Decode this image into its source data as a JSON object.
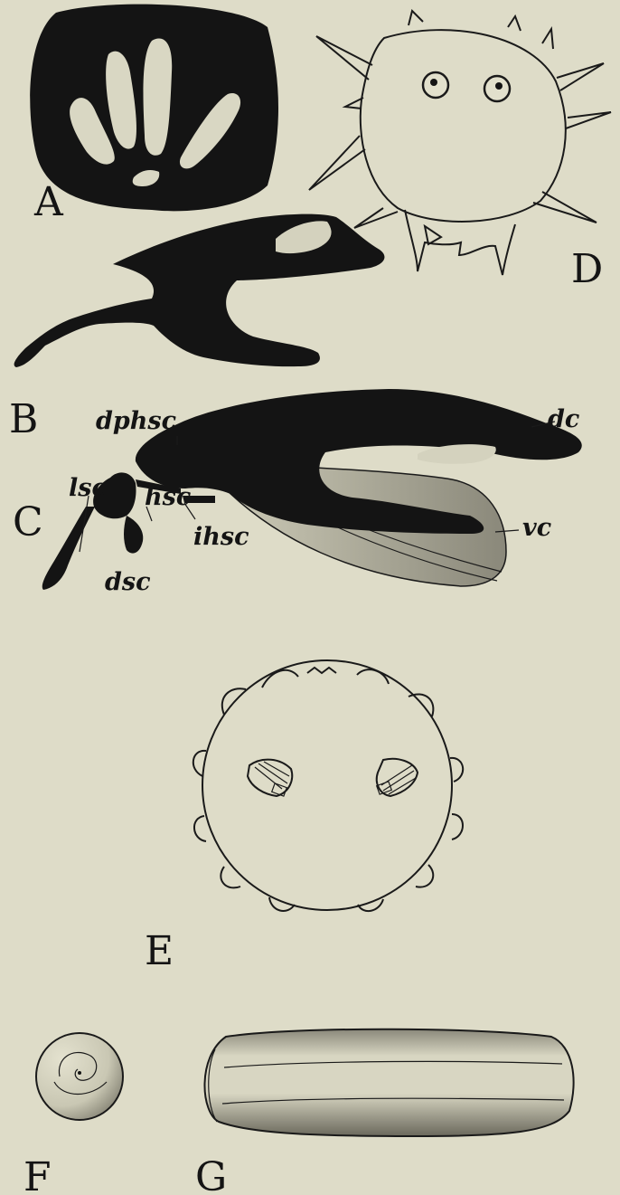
{
  "panels": {
    "a": "A",
    "b": "B",
    "c": "C",
    "d": "D",
    "e": "E",
    "f": "F",
    "g": "G"
  },
  "labels": {
    "dphsc": "dphsc",
    "dc": "dc",
    "lsc": "lsc",
    "hsc": "hsc",
    "ihsc": "ihsc",
    "dsc": "dsc",
    "vc": "vc"
  },
  "colors": {
    "background": "#dedcc8",
    "ink": "#141414"
  }
}
